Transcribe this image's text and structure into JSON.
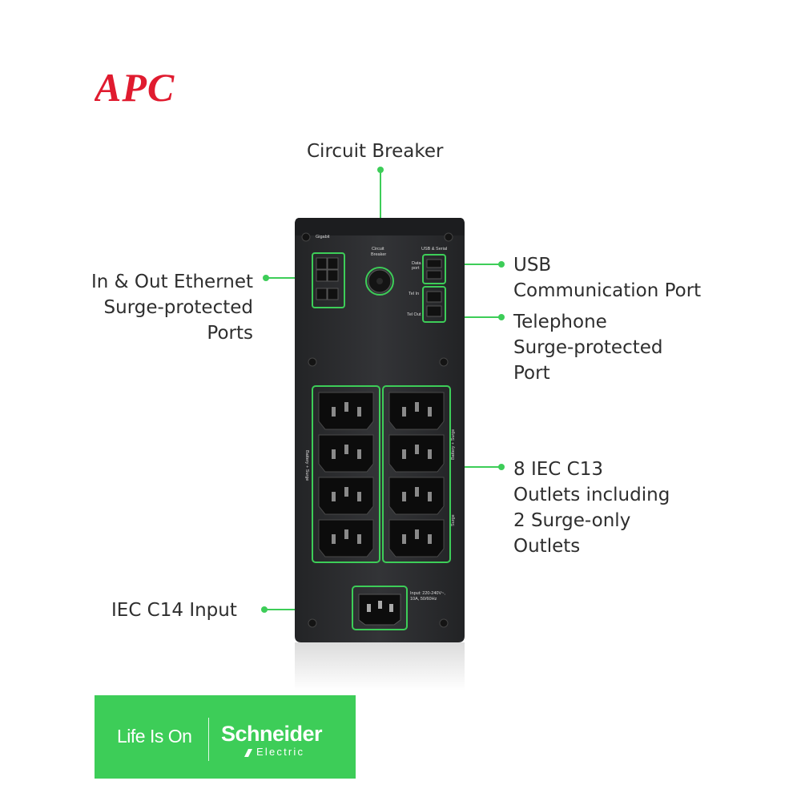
{
  "brand": {
    "logo_text": "APC"
  },
  "callouts": {
    "circuit_breaker": [
      "Circuit Breaker"
    ],
    "ethernet": [
      "In & Out Ethernet",
      "Surge-protected",
      "Ports"
    ],
    "usb": [
      "USB",
      "Communication Port"
    ],
    "telephone": [
      "Telephone",
      "Surge-protected",
      "Port"
    ],
    "outlets": [
      "8 IEC C13",
      "Outlets including",
      "2 Surge-only",
      "Outlets"
    ],
    "input": [
      "IEC C14 Input"
    ]
  },
  "device_labels": {
    "gigabit": "Gigabit",
    "circuit_breaker": [
      "Circuit",
      "Breaker"
    ],
    "usb_serial": "USB & Serial",
    "data_port": [
      "Data",
      "port"
    ],
    "tel_in": "Tel In",
    "tel_out": "Tel Out",
    "battery_surge": "Battery + Surge",
    "surge": "Surge",
    "input_rating": [
      "Input: 220-240V~,",
      "10A, 50/60Hz"
    ]
  },
  "footer": {
    "tagline": "Life Is On",
    "company": "Schneider",
    "subbrand": "Electric"
  },
  "colors": {
    "accent_green": "#3dcd58",
    "apc_red": "#e01b2f",
    "device_body": "#2d2e30"
  }
}
